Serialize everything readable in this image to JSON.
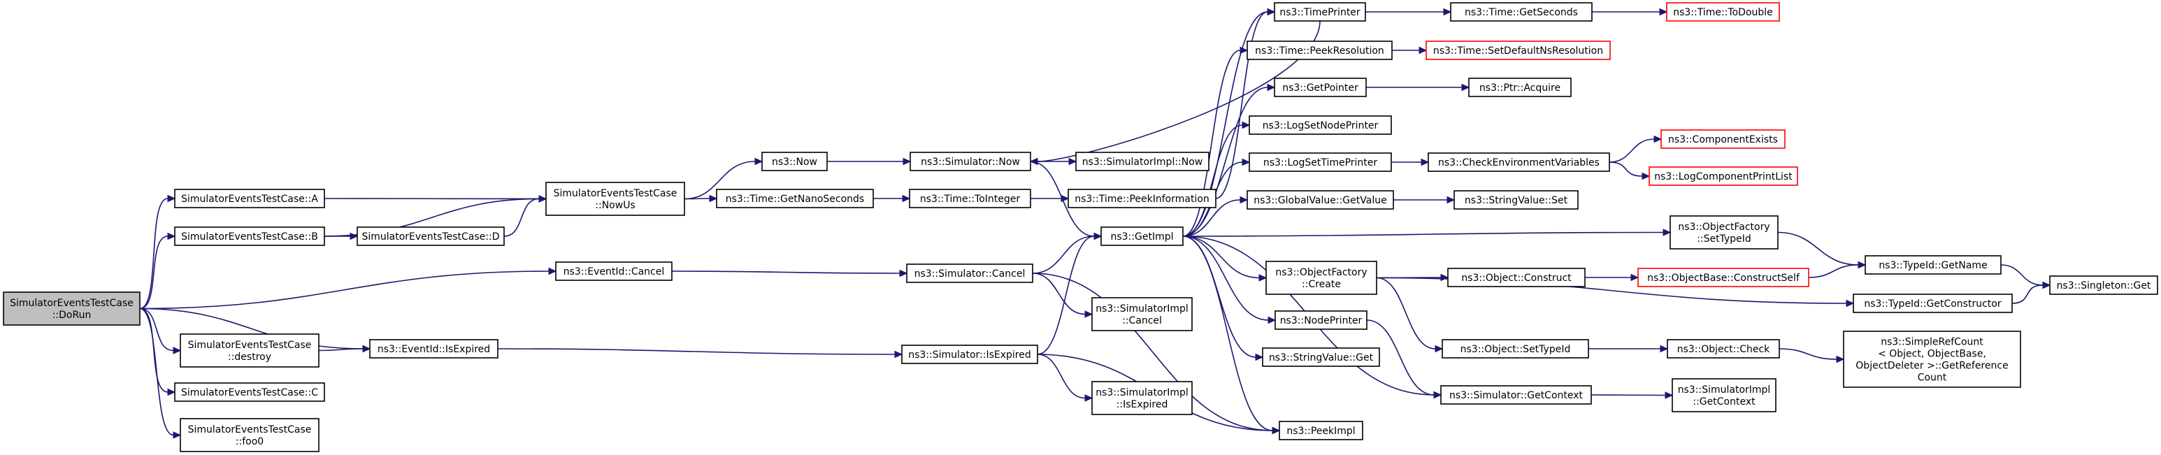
{
  "colors": {
    "edge": "#191970",
    "node_border": "#000000",
    "missing_border": "#ff0000",
    "root_fill": "#bfbfbf",
    "background": "#ffffff"
  },
  "nodes": [
    {
      "id": "dorun",
      "lines": [
        "SimulatorEventsTestCase",
        "::DoRun"
      ],
      "style": "root"
    },
    {
      "id": "A",
      "lines": [
        "SimulatorEventsTestCase::A"
      ]
    },
    {
      "id": "B",
      "lines": [
        "SimulatorEventsTestCase::B"
      ]
    },
    {
      "id": "destroy",
      "lines": [
        "SimulatorEventsTestCase",
        "::destroy"
      ]
    },
    {
      "id": "C",
      "lines": [
        "SimulatorEventsTestCase::C"
      ]
    },
    {
      "id": "foo0",
      "lines": [
        "SimulatorEventsTestCase",
        "::foo0"
      ]
    },
    {
      "id": "D",
      "lines": [
        "SimulatorEventsTestCase::D"
      ]
    },
    {
      "id": "nowus",
      "lines": [
        "SimulatorEventsTestCase",
        "::NowUs"
      ]
    },
    {
      "id": "evcancel",
      "lines": [
        "ns3::EventId::Cancel"
      ]
    },
    {
      "id": "evexpired",
      "lines": [
        "ns3::EventId::IsExpired"
      ]
    },
    {
      "id": "now",
      "lines": [
        "ns3::Now"
      ]
    },
    {
      "id": "getnano",
      "lines": [
        "ns3::Time::GetNanoSeconds"
      ]
    },
    {
      "id": "simnow",
      "lines": [
        "ns3::Simulator::Now"
      ]
    },
    {
      "id": "tointeger",
      "lines": [
        "ns3::Time::ToInteger"
      ]
    },
    {
      "id": "simcancel",
      "lines": [
        "ns3::Simulator::Cancel"
      ]
    },
    {
      "id": "simexpired",
      "lines": [
        "ns3::Simulator::IsExpired"
      ]
    },
    {
      "id": "implnow",
      "lines": [
        "ns3::SimulatorImpl::Now"
      ]
    },
    {
      "id": "peekinfo",
      "lines": [
        "ns3::Time::PeekInformation"
      ]
    },
    {
      "id": "getimpl",
      "lines": [
        "ns3::GetImpl"
      ]
    },
    {
      "id": "implcancel",
      "lines": [
        "ns3::SimulatorImpl",
        "::Cancel"
      ]
    },
    {
      "id": "implexpired",
      "lines": [
        "ns3::SimulatorImpl",
        "::IsExpired"
      ]
    },
    {
      "id": "timeprinter",
      "lines": [
        "ns3::TimePrinter"
      ]
    },
    {
      "id": "peekres",
      "lines": [
        "ns3::Time::PeekResolution"
      ]
    },
    {
      "id": "getpointer",
      "lines": [
        "ns3::GetPointer"
      ]
    },
    {
      "id": "lognodeprinter",
      "lines": [
        "ns3::LogSetNodePrinter"
      ]
    },
    {
      "id": "logtimeprinter",
      "lines": [
        "ns3::LogSetTimePrinter"
      ]
    },
    {
      "id": "gvgetvalue",
      "lines": [
        "ns3::GlobalValue::GetValue"
      ]
    },
    {
      "id": "ofcreate",
      "lines": [
        "ns3::ObjectFactory",
        "::Create"
      ]
    },
    {
      "id": "nodeprinter",
      "lines": [
        "ns3::NodePrinter"
      ]
    },
    {
      "id": "svget",
      "lines": [
        "ns3::StringValue::Get"
      ]
    },
    {
      "id": "peekimpl",
      "lines": [
        "ns3::PeekImpl"
      ]
    },
    {
      "id": "getseconds",
      "lines": [
        "ns3::Time::GetSeconds"
      ]
    },
    {
      "id": "setdefaultns",
      "lines": [
        "ns3::Time::SetDefaultNsResolution"
      ],
      "style": "missing"
    },
    {
      "id": "ptracquire",
      "lines": [
        "ns3::Ptr::Acquire"
      ]
    },
    {
      "id": "checkenv",
      "lines": [
        "ns3::CheckEnvironmentVariables"
      ]
    },
    {
      "id": "svset",
      "lines": [
        "ns3::StringValue::Set"
      ]
    },
    {
      "id": "ofsettypeid",
      "lines": [
        "ns3::ObjectFactory",
        "::SetTypeId"
      ]
    },
    {
      "id": "objconstruct",
      "lines": [
        "ns3::Object::Construct"
      ]
    },
    {
      "id": "objsettypeid",
      "lines": [
        "ns3::Object::SetTypeId"
      ]
    },
    {
      "id": "simgetcontext",
      "lines": [
        "ns3::Simulator::GetContext"
      ]
    },
    {
      "id": "todouble",
      "lines": [
        "ns3::Time::ToDouble"
      ],
      "style": "missing"
    },
    {
      "id": "compexists",
      "lines": [
        "ns3::ComponentExists"
      ],
      "style": "missing"
    },
    {
      "id": "logcompprint",
      "lines": [
        "ns3::LogComponentPrintList"
      ],
      "style": "missing"
    },
    {
      "id": "obconstructself",
      "lines": [
        "ns3::ObjectBase::ConstructSelf"
      ],
      "style": "missing"
    },
    {
      "id": "objcheck",
      "lines": [
        "ns3::Object::Check"
      ]
    },
    {
      "id": "implgetcontext",
      "lines": [
        "ns3::SimulatorImpl",
        "::GetContext"
      ]
    },
    {
      "id": "typeidgetname",
      "lines": [
        "ns3::TypeId::GetName"
      ]
    },
    {
      "id": "typeidgetctor",
      "lines": [
        "ns3::TypeId::GetConstructor"
      ]
    },
    {
      "id": "simplerefcount",
      "lines": [
        "ns3::SimpleRefCount",
        "< Object, ObjectBase,",
        " ObjectDeleter >::GetReference",
        "Count"
      ]
    },
    {
      "id": "singletonget",
      "lines": [
        "ns3::Singleton::Get"
      ]
    }
  ],
  "edges": [
    [
      "dorun",
      "A"
    ],
    [
      "dorun",
      "B"
    ],
    [
      "dorun",
      "destroy"
    ],
    [
      "dorun",
      "C"
    ],
    [
      "dorun",
      "foo0"
    ],
    [
      "dorun",
      "evcancel"
    ],
    [
      "dorun",
      "evexpired"
    ],
    [
      "A",
      "nowus"
    ],
    [
      "B",
      "nowus"
    ],
    [
      "B",
      "D"
    ],
    [
      "D",
      "nowus"
    ],
    [
      "destroy",
      "evexpired"
    ],
    [
      "nowus",
      "now"
    ],
    [
      "nowus",
      "getnano"
    ],
    [
      "now",
      "simnow"
    ],
    [
      "getnano",
      "tointeger"
    ],
    [
      "evcancel",
      "simcancel"
    ],
    [
      "evexpired",
      "simexpired"
    ],
    [
      "simnow",
      "implnow"
    ],
    [
      "simnow",
      "getimpl"
    ],
    [
      "tointeger",
      "peekinfo"
    ],
    [
      "simcancel",
      "getimpl"
    ],
    [
      "simcancel",
      "implcancel"
    ],
    [
      "simcancel",
      "peekimpl"
    ],
    [
      "simexpired",
      "getimpl"
    ],
    [
      "simexpired",
      "implexpired"
    ],
    [
      "simexpired",
      "peekimpl"
    ],
    [
      "peekinfo",
      "timeprinter"
    ],
    [
      "timeprinter",
      "simnow"
    ],
    [
      "timeprinter",
      "getseconds"
    ],
    [
      "getseconds",
      "todouble"
    ],
    [
      "getimpl",
      "timeprinter"
    ],
    [
      "getimpl",
      "peekres"
    ],
    [
      "getimpl",
      "getpointer"
    ],
    [
      "getimpl",
      "lognodeprinter"
    ],
    [
      "getimpl",
      "logtimeprinter"
    ],
    [
      "getimpl",
      "gvgetvalue"
    ],
    [
      "getimpl",
      "ofsettypeid"
    ],
    [
      "getimpl",
      "ofcreate"
    ],
    [
      "getimpl",
      "nodeprinter"
    ],
    [
      "getimpl",
      "svget"
    ],
    [
      "getimpl",
      "peekimpl"
    ],
    [
      "getimpl",
      "simgetcontext"
    ],
    [
      "peekres",
      "setdefaultns"
    ],
    [
      "getpointer",
      "ptracquire"
    ],
    [
      "logtimeprinter",
      "checkenv"
    ],
    [
      "checkenv",
      "compexists"
    ],
    [
      "checkenv",
      "logcompprint"
    ],
    [
      "gvgetvalue",
      "svset"
    ],
    [
      "ofsettypeid",
      "typeidgetname"
    ],
    [
      "ofcreate",
      "objconstruct"
    ],
    [
      "ofcreate",
      "typeidgetctor"
    ],
    [
      "ofcreate",
      "objsettypeid"
    ],
    [
      "objconstruct",
      "obconstructself"
    ],
    [
      "obconstructself",
      "typeidgetname"
    ],
    [
      "objsettypeid",
      "objcheck"
    ],
    [
      "objcheck",
      "simplerefcount"
    ],
    [
      "nodeprinter",
      "simgetcontext"
    ],
    [
      "simgetcontext",
      "implgetcontext"
    ],
    [
      "typeidgetname",
      "singletonget"
    ],
    [
      "typeidgetctor",
      "singletonget"
    ]
  ]
}
